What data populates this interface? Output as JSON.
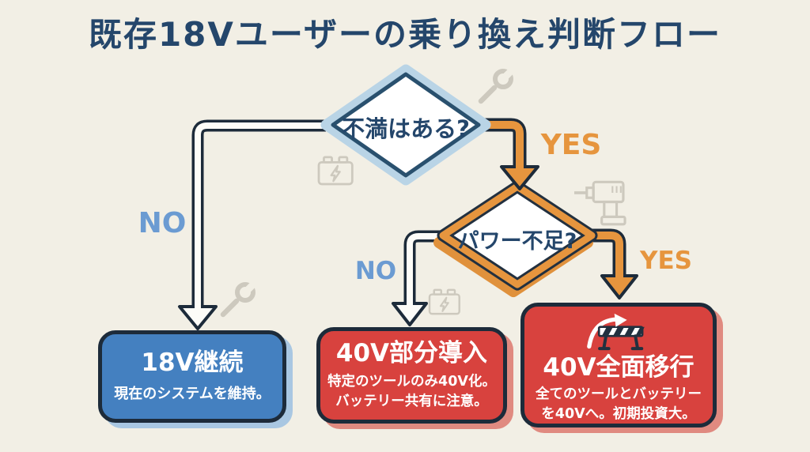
{
  "title": "既存18Vユーザーの乗り換え判断フロー",
  "decisions": [
    {
      "id": "dissatisfaction",
      "label": "不満はある?"
    },
    {
      "id": "power-shortage",
      "label": "パワー不足?"
    }
  ],
  "branches": [
    {
      "from": "dissatisfaction",
      "answer": "NO",
      "to": "18v-continue"
    },
    {
      "from": "dissatisfaction",
      "answer": "YES",
      "to": "power-shortage"
    },
    {
      "from": "power-shortage",
      "answer": "NO",
      "to": "40v-partial"
    },
    {
      "from": "power-shortage",
      "answer": "YES",
      "to": "40v-full"
    }
  ],
  "outcomes": [
    {
      "id": "18v-continue",
      "title": "18V継続",
      "desc1": "現在のシステムを維持。",
      "desc2": "",
      "color": "#4480c0"
    },
    {
      "id": "40v-partial",
      "title": "40V部分導入",
      "desc1": "特定のツールのみ40V化。",
      "desc2": "バッテリー共有に注意。",
      "color": "#d8423e"
    },
    {
      "id": "40v-full",
      "title": "40V全面移行",
      "desc1": "全てのツールとバッテリー",
      "desc2": "を40Vへ。初期投資大。",
      "color": "#d8423e"
    }
  ],
  "icons": {
    "background_decorations": [
      "wrench-icon",
      "battery-icon",
      "wrench-icon",
      "battery-icon",
      "drill-icon"
    ],
    "outcome_40v_full": "barrier-hurdle-arrow-icon"
  },
  "colors": {
    "background": "#f2efe5",
    "title_navy": "#24466b",
    "outline_dark": "#1d2b3a",
    "branch_yes_orange": "#e6953e",
    "branch_no_blue": "#6b9bd2",
    "diamond1_border": "#b9d4e6",
    "box_blue": "#4480c0",
    "box_red": "#d8423e",
    "shadow_blue": "#a9c7e2",
    "shadow_red": "#e08a80",
    "faint_icon_gray": "#cdc9be"
  }
}
